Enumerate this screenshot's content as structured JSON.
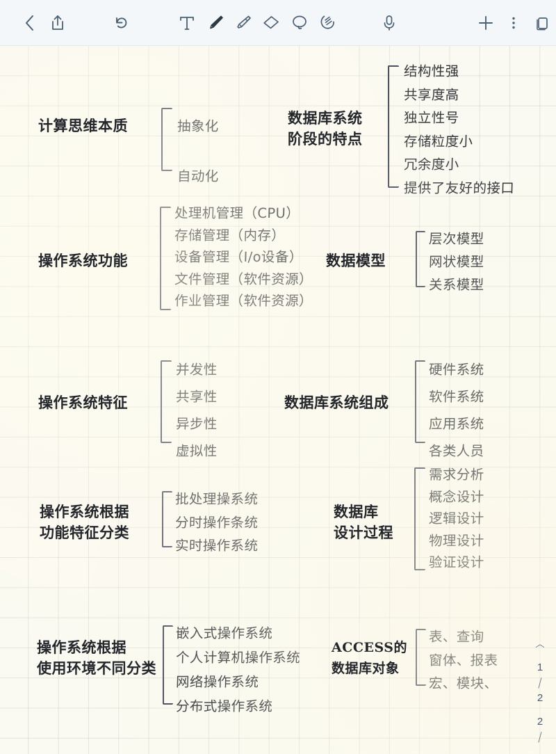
{
  "toolbar": {
    "back_label": "Back",
    "share_label": "Share",
    "undo_label": "Undo",
    "text_tool_label": "Text",
    "pen_tool_label": "Pen",
    "highlighter_tool_label": "Highlighter",
    "eraser_tool_label": "Eraser",
    "lasso_tool_label": "Lasso",
    "hand_tool_label": "Hand",
    "mic_label": "Record",
    "add_label": "Add",
    "more_label": "More",
    "pages_label": "Pages",
    "active_tool": "pen-tool",
    "icon_color": "#4a6073",
    "bar_color": "#f4f7fa"
  },
  "page": {
    "highlight_color": "#f2d98b",
    "bracket_color": "#3a3f52",
    "paper_color": "#fbfaf2",
    "indicator": {
      "caret": "︿",
      "current": "1",
      "slash": "╱",
      "total": "2",
      "next_current": "2",
      "next_slash": "╱"
    }
  },
  "mindmap": {
    "nodes": [
      {
        "id": "computational-thinking",
        "title_lines": [
          "计算思维本质"
        ],
        "items": [
          "抽象化",
          "自动化"
        ]
      },
      {
        "id": "dbs-stage-features",
        "title_lines": [
          "数据库系统",
          "阶段的特点"
        ],
        "items": [
          "结构性强",
          "共享度高",
          "独立性号",
          "存储粒度小",
          "冗余度小",
          "提供了友好的接口"
        ]
      },
      {
        "id": "os-functions",
        "title_lines": [
          "操作系统功能"
        ],
        "items": [
          "处理机管理（CPU）",
          "存储管理（内存）",
          "设备管理（I/o设备）",
          "文件管理（软件资源）",
          "作业管理（软件资源）"
        ]
      },
      {
        "id": "data-model",
        "title_lines": [
          "数据模型"
        ],
        "items": [
          "层次模型",
          "网状模型",
          "关系模型"
        ]
      },
      {
        "id": "os-features",
        "title_lines": [
          "操作系统特征"
        ],
        "items": [
          "并发性",
          "共享性",
          "异步性",
          "虚拟性"
        ]
      },
      {
        "id": "dbs-composition",
        "title_lines": [
          "数据库系统组成"
        ],
        "items": [
          "硬件系统",
          "软件系统",
          "应用系统",
          "各类人员"
        ]
      },
      {
        "id": "os-by-function",
        "title_lines": [
          "操作系统根据",
          "功能特征分类"
        ],
        "items": [
          "批处理操系统",
          "分时操作条统",
          "实时操作系统"
        ]
      },
      {
        "id": "db-design-process",
        "title_lines": [
          "数据库",
          "设计过程"
        ],
        "items": [
          "需求分析",
          "概念设计",
          "逻辑设计",
          "物理设计",
          "验证设计"
        ]
      },
      {
        "id": "os-by-environment",
        "title_lines": [
          "操作系统根据",
          "使用环境不同分类"
        ],
        "items": [
          "嵌入式操作系统",
          "个人计算机操作系统",
          "网络操作系统",
          "分布式操作系统"
        ]
      },
      {
        "id": "access-db-objects",
        "title_lines": [
          "ACCESS的",
          "数据库对象"
        ],
        "items": [
          "表、查询",
          "窗体、报表",
          "宏、模块、"
        ]
      }
    ]
  }
}
